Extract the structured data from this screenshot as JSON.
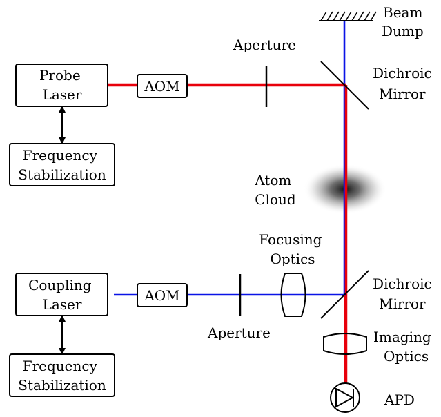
{
  "labels": {
    "beam_dump": [
      "Beam",
      "Dump"
    ],
    "aperture_top": "Aperture",
    "aperture_bottom": "Aperture",
    "dichroic_top": [
      "Dichroic",
      "Mirror"
    ],
    "dichroic_bottom": [
      "Dichroic",
      "Mirror"
    ],
    "probe_laser": [
      "Probe",
      "Laser"
    ],
    "coupling_laser": [
      "Coupling",
      "Laser"
    ],
    "aom_top": "AOM",
    "aom_bottom": "AOM",
    "freq_stab_top": [
      "Frequency",
      "Stabilization"
    ],
    "freq_stab_bottom": [
      "Frequency",
      "Stabilization"
    ],
    "atom_cloud": [
      "Atom",
      "Cloud"
    ],
    "focusing_optics": [
      "Focusing",
      "Optics"
    ],
    "imaging_optics": [
      "Imaging",
      "Optics"
    ],
    "apd": "APD"
  },
  "colors": {
    "probe_beam": "#e8000b",
    "coupling_beam": "#0a14e6",
    "cloud_center": "#111111"
  },
  "icons": [
    "beam-dump-icon",
    "dichroic-mirror-icon",
    "aperture-icon",
    "lens-icon",
    "photodiode-icon",
    "double-arrow-icon"
  ]
}
